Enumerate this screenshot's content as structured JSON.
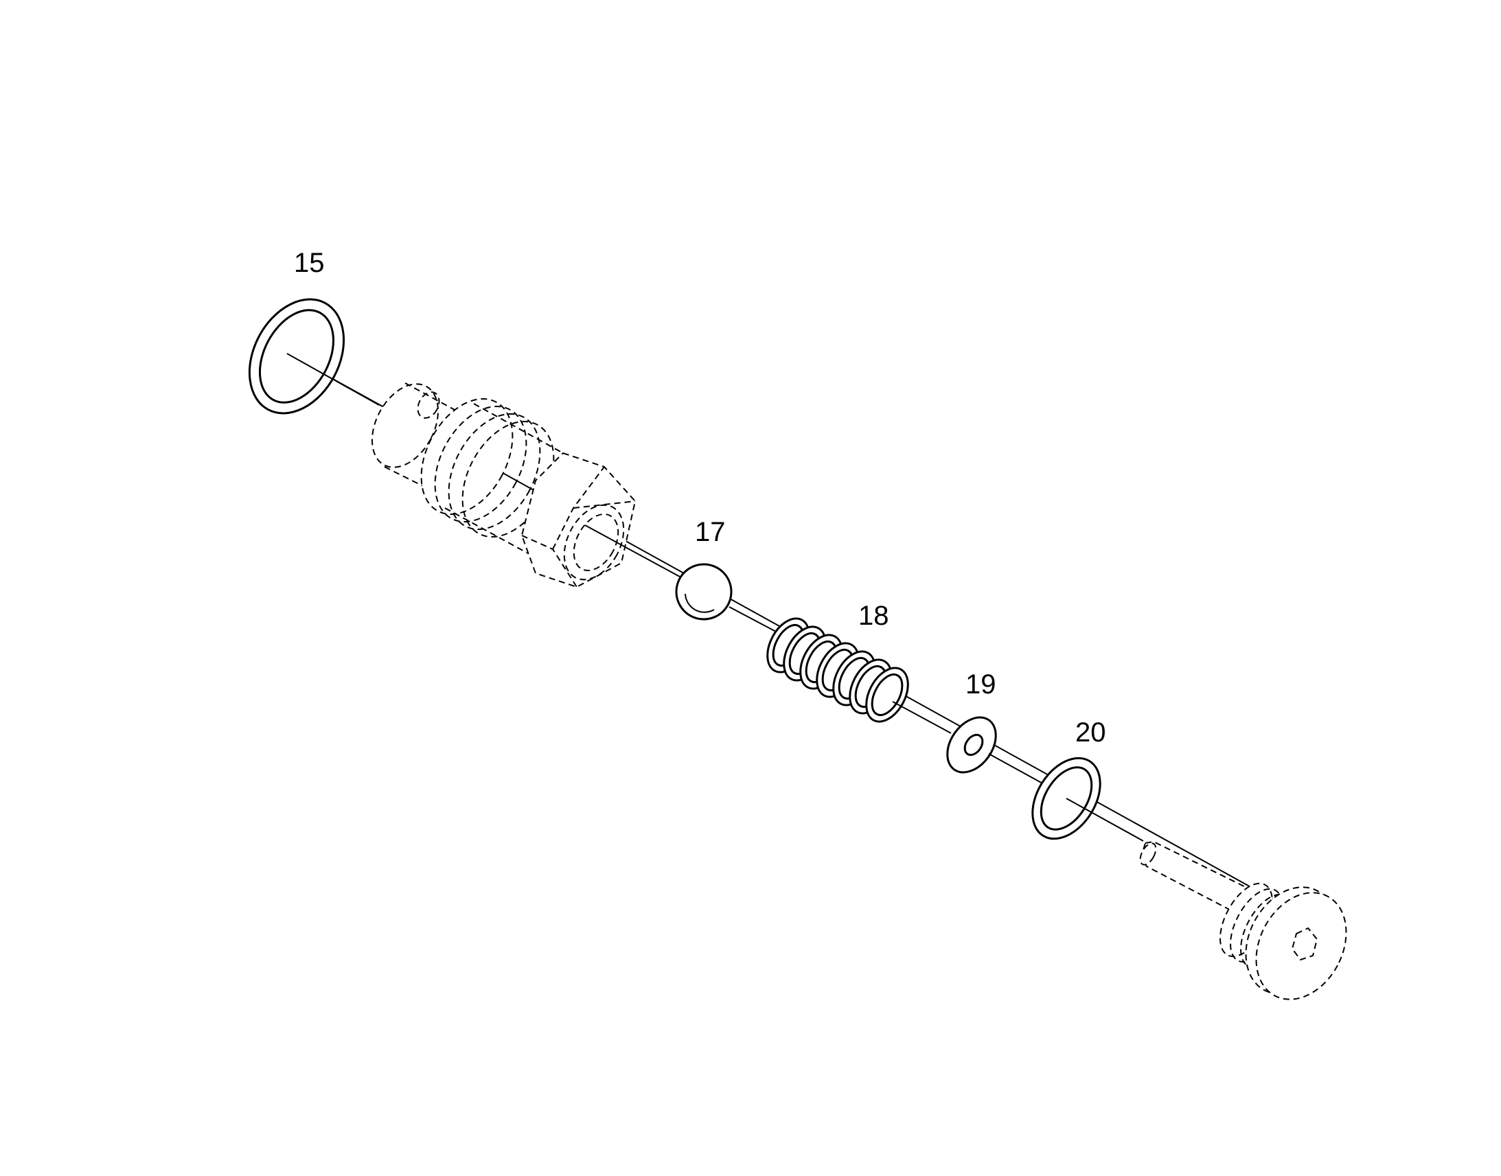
{
  "diagram": {
    "type": "exploded-parts-view",
    "callouts": [
      {
        "id": "part-15",
        "label": "15",
        "part": "o-ring"
      },
      {
        "id": "part-17",
        "label": "17",
        "part": "ball"
      },
      {
        "id": "part-18",
        "label": "18",
        "part": "spring"
      },
      {
        "id": "part-19",
        "label": "19",
        "part": "washer"
      },
      {
        "id": "part-20",
        "label": "20",
        "part": "o-ring"
      }
    ],
    "colors": {
      "line": "#000000",
      "background": "#ffffff"
    }
  }
}
